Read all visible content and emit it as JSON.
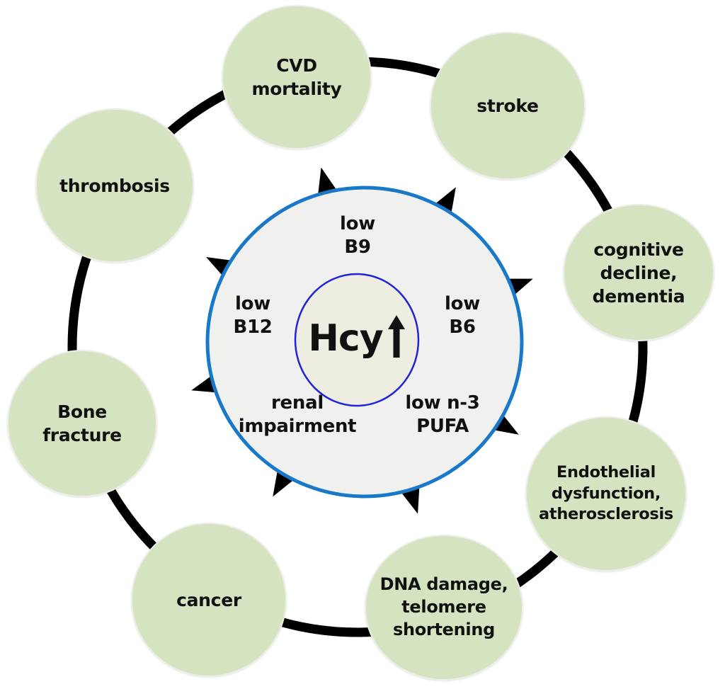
{
  "diagram": {
    "center": {
      "label": "Hcy",
      "arrow_icon": "up-arrow"
    },
    "causes": [
      {
        "id": "low-b9",
        "label": "low\nB9"
      },
      {
        "id": "low-b12",
        "label": "low\nB12"
      },
      {
        "id": "low-b6",
        "label": "low\nB6"
      },
      {
        "id": "renal-impairment",
        "label": "renal\nimpairment"
      },
      {
        "id": "low-n3-pufa",
        "label": "low n-3\nPUFA"
      }
    ],
    "consequences": [
      {
        "id": "cvd-mortality",
        "label": "CVD\nmortality"
      },
      {
        "id": "stroke",
        "label": "stroke"
      },
      {
        "id": "cognitive",
        "label": "cognitive\ndecline,\ndementia"
      },
      {
        "id": "endothelial",
        "label": "Endothelial\ndysfunction,\natherosclerosis"
      },
      {
        "id": "dna-damage",
        "label": "DNA damage,\ntelomere\nshortening"
      },
      {
        "id": "cancer",
        "label": "cancer"
      },
      {
        "id": "bone-fracture",
        "label": "Bone\nfracture"
      },
      {
        "id": "thrombosis",
        "label": "thrombosis"
      }
    ],
    "colors": {
      "consequence_fill": "#d5e3c0",
      "ring": "#000000",
      "sun_fill": "#f0f0ee",
      "sun_border": "#1a78c8",
      "core_fill": "#eeede2",
      "core_border": "#2222dd",
      "spike": "#000000",
      "text": "#111111"
    }
  }
}
